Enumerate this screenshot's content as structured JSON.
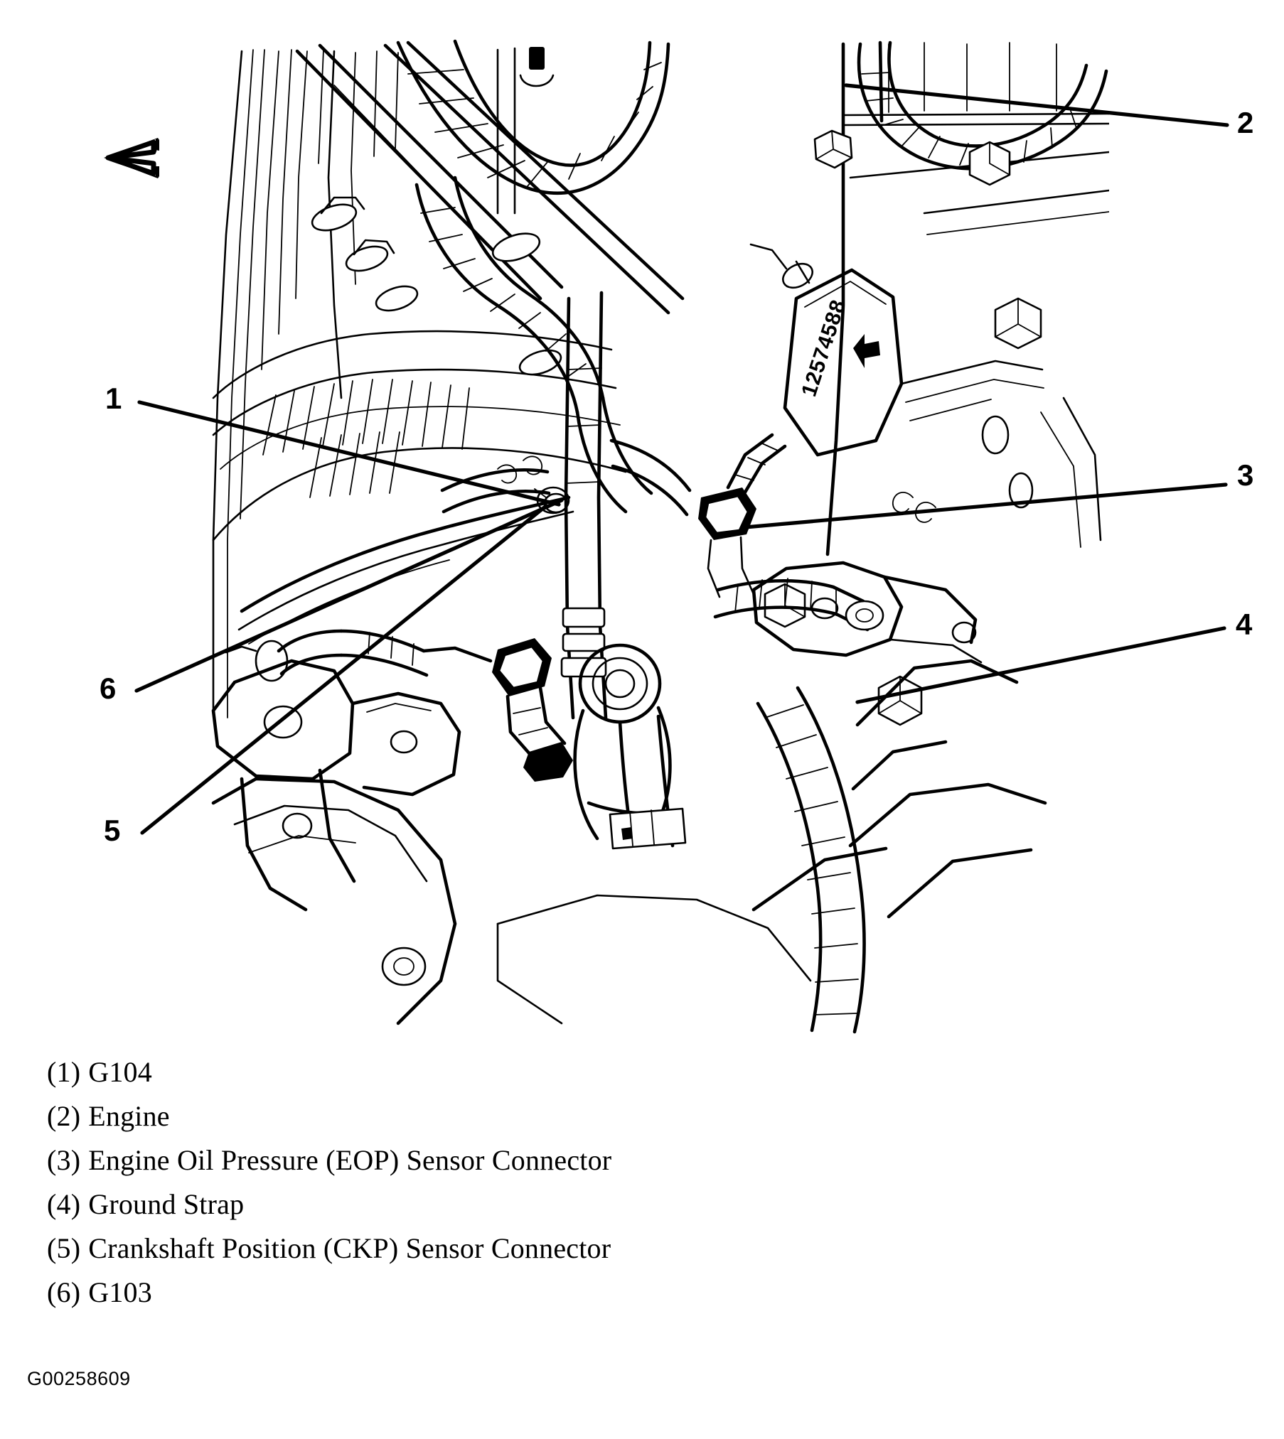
{
  "figure": {
    "type": "technical-line-drawing",
    "subject": "Engine compartment ground and sensor connector locations",
    "direction_arrow": "front-of-vehicle-arrow",
    "casting_number": "12574588",
    "callouts": [
      {
        "number": "1",
        "label": "G104"
      },
      {
        "number": "2",
        "label": "Engine"
      },
      {
        "number": "3",
        "label": "Engine Oil Pressure (EOP) Sensor Connector"
      },
      {
        "number": "4",
        "label": "Ground Strap"
      },
      {
        "number": "5",
        "label": "Crankshaft Position (CKP) Sensor Connector"
      },
      {
        "number": "6",
        "label": "G103"
      }
    ]
  },
  "legend": {
    "items": [
      {
        "index": "(1)",
        "label": "G104"
      },
      {
        "index": "(2)",
        "label": "Engine"
      },
      {
        "index": "(3)",
        "label": "Engine Oil Pressure (EOP) Sensor Connector"
      },
      {
        "index": "(4)",
        "label": "Ground Strap"
      },
      {
        "index": "(5)",
        "label": "Crankshaft Position (CKP) Sensor Connector"
      },
      {
        "index": "(6)",
        "label": "G103"
      }
    ]
  },
  "figure_id": "G00258609",
  "colors": {
    "ink": "#000000",
    "background": "#ffffff"
  }
}
